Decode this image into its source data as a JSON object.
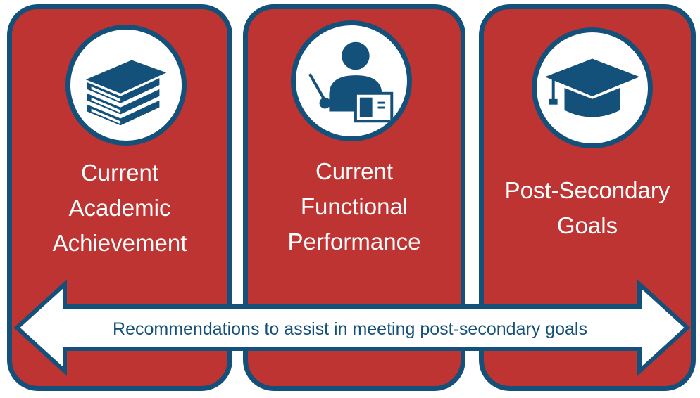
{
  "colors": {
    "card_fill": "#BD3433",
    "card_border": "#13507A",
    "icon_blue": "#13507A",
    "arrow_fill": "#FFFFFF",
    "arrow_text": "#13507A"
  },
  "columns": [
    {
      "title": "Current\nAcademic\nAchievement",
      "icon": "books-icon"
    },
    {
      "title": "Current\nFunctional\nPerformance",
      "icon": "teacher-icon"
    },
    {
      "title": "Post-Secondary\nGoals",
      "icon": "graduation-cap-icon"
    }
  ],
  "arrow": {
    "label": "Recommendations to assist in meeting post-secondary goals"
  }
}
